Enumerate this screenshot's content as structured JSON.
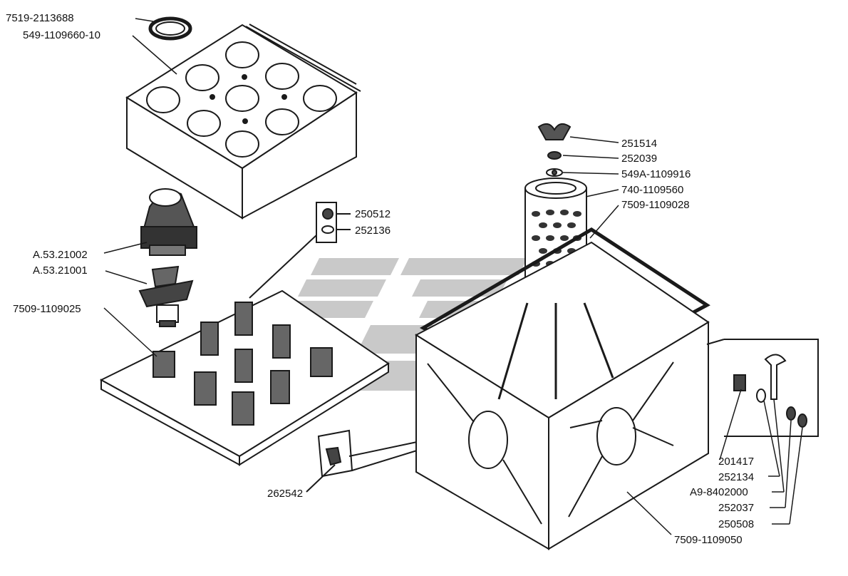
{
  "labels": {
    "upper_tray_seal": "7519-2113688",
    "upper_tray": "549-1109660-10",
    "nut_small": "250512",
    "washer_small": "252136",
    "cyclone_cap": "A.53.21002",
    "cyclone_swirler": "A.53.21001",
    "lower_tray": "7509-1109025",
    "plug": "262542",
    "wing_nut": "251514",
    "washer_a": "252039",
    "washer_b": "549A-1109916",
    "filter_element": "740-1109560",
    "frame_gasket": "7509-1109028",
    "housing": "7509-1109050",
    "bolt": "201417",
    "washer_c": "252134",
    "latch": "A9-8402000",
    "washer_d": "252037",
    "nut_d": "250508"
  },
  "colors": {
    "line": "#1a1a1a",
    "watermark": "#c9c9c9"
  }
}
